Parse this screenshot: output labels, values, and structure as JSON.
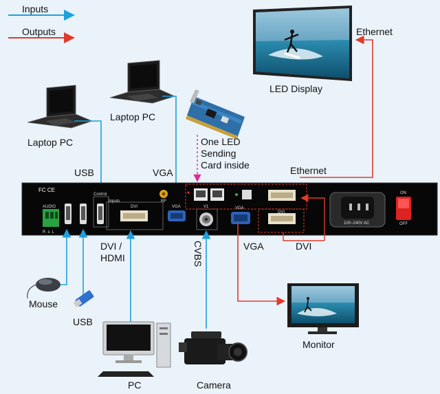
{
  "legend": {
    "inputs": "Inputs",
    "outputs": "Outputs",
    "input_color": "#1ea0dc",
    "output_color": "#e23a2a"
  },
  "labels": {
    "led_display": "LED Display",
    "ethernet_top": "Ethernet",
    "ethernet_mid": "Ethernet",
    "laptop_left": "Laptop PC",
    "laptop_mid": "Laptop PC",
    "card_line1": "One LED",
    "card_line2": "Sending",
    "card_line3": "Card inside",
    "usb_top": "USB",
    "vga_top": "VGA",
    "dvi_hdmi_1": "DVI /",
    "dvi_hdmi_2": "HDMI",
    "cvbs": "CVBS",
    "vga_out": "VGA",
    "dvi_out": "DVI",
    "mouse": "Mouse",
    "usb_bottom": "USB",
    "monitor": "Monitor",
    "pc": "PC",
    "camera": "Camera"
  },
  "panel": {
    "audio": "AUDIO",
    "lr": "R ⏚ L",
    "control": "Control",
    "inputs_tag": "Inputs",
    "dvi_in": "DVI",
    "vga_in": "VGA",
    "v1": "V1",
    "vga_out": "VGA",
    "dvi_out": "DVI",
    "rf": "RF",
    "power_rating": "100~240V AC",
    "on": "ON",
    "off": "OFF",
    "fc": "FC CE"
  }
}
